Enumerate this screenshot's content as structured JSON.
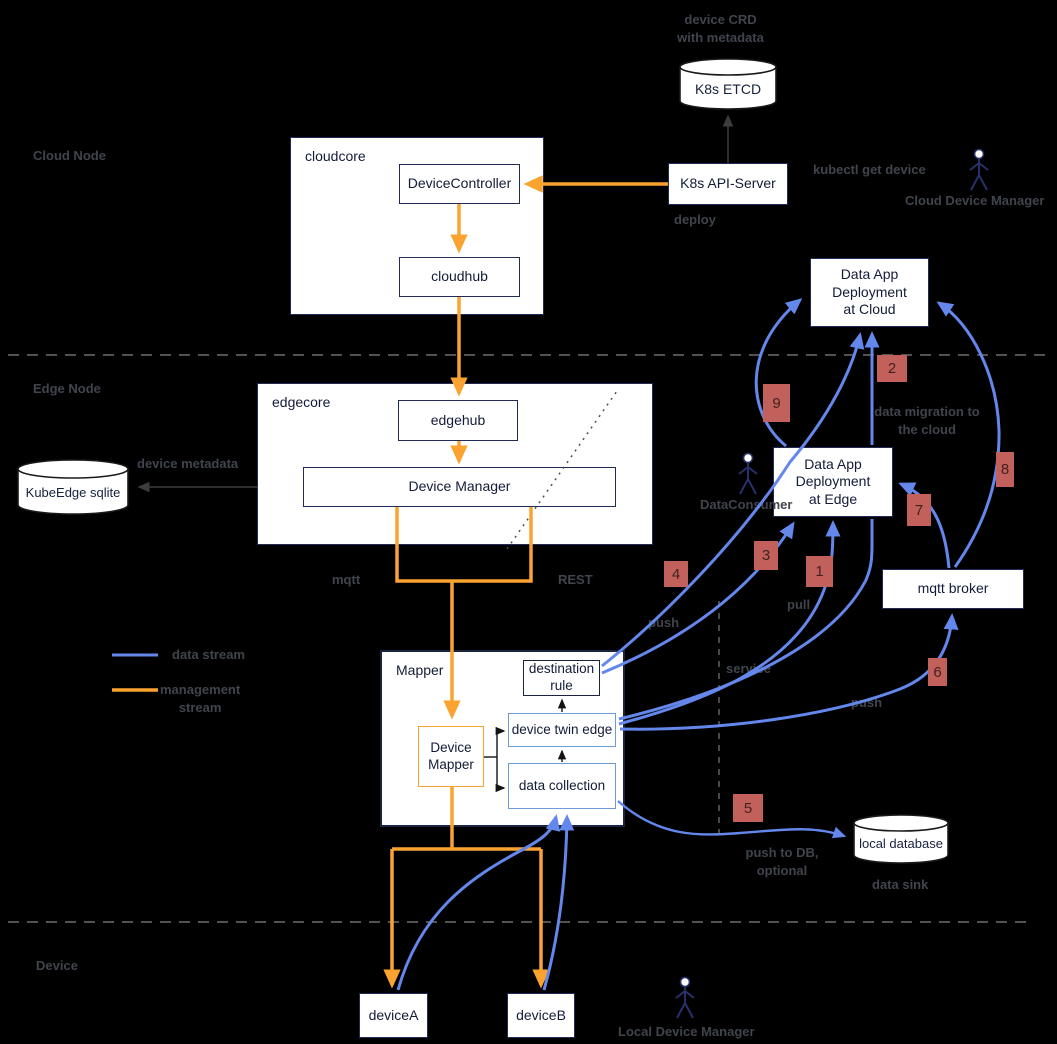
{
  "diagram": {
    "sections": {
      "cloud_node": "Cloud Node",
      "edge_node": "Edge Node",
      "device": "Device"
    },
    "legend": {
      "data_stream": "data stream",
      "management_line1": "management",
      "management_line2": "stream"
    },
    "nodes": {
      "etcd": "K8s ETCD",
      "etcd_note_line1": "device CRD",
      "etcd_note_line2": "with metadata",
      "api_server": "K8s API-Server",
      "cloudcore": "cloudcore",
      "device_controller": "DeviceController",
      "cloudhub": "cloudhub",
      "edgecore": "edgecore",
      "edgehub": "edgehub",
      "device_manager": "Device Manager",
      "sqlite": "KubeEdge sqlite",
      "mapper": "Mapper",
      "destination_rule_line1": "destination",
      "destination_rule_line2": "rule",
      "device_twin_edge": "device twin edge",
      "data_collection": "data collection",
      "device_mapper_line1": "Device",
      "device_mapper_line2": "Mapper",
      "data_app_cloud_line1": "Data App",
      "data_app_cloud_line2": "Deployment",
      "data_app_cloud_line3": "at Cloud",
      "data_app_edge_line1": "Data App",
      "data_app_edge_line2": "Deployment",
      "data_app_edge_line3": "at Edge",
      "mqtt_broker": "mqtt broker",
      "local_database": "local database",
      "device_a": "deviceA",
      "device_b": "deviceB"
    },
    "actors": {
      "cloud_device_manager": "Cloud Device Manager",
      "data_consumer": "DataConsumer",
      "local_device_manager": "Local Device Manager"
    },
    "labels": {
      "kubectl": "kubectl get device",
      "deploy": "deploy",
      "device_metadata": "device metadata",
      "mqtt": "mqtt",
      "rest": "REST",
      "push_rule": "push",
      "pull": "pull",
      "service": "service",
      "push_broker": "push",
      "push_db_line1": "push to DB,",
      "push_db_line2": "optional",
      "data_sink": "data sink",
      "migration_line1": "data migration to",
      "migration_line2": "the cloud"
    },
    "badges": [
      "1",
      "2",
      "3",
      "4",
      "5",
      "6",
      "7",
      "8",
      "9"
    ],
    "colors": {
      "data_stream": "#6487ec",
      "management_stream": "#faa330",
      "badge_background": "#c2605c",
      "box_border": "#1f2b54",
      "inner_blue_border": "#6f9ad8"
    }
  }
}
